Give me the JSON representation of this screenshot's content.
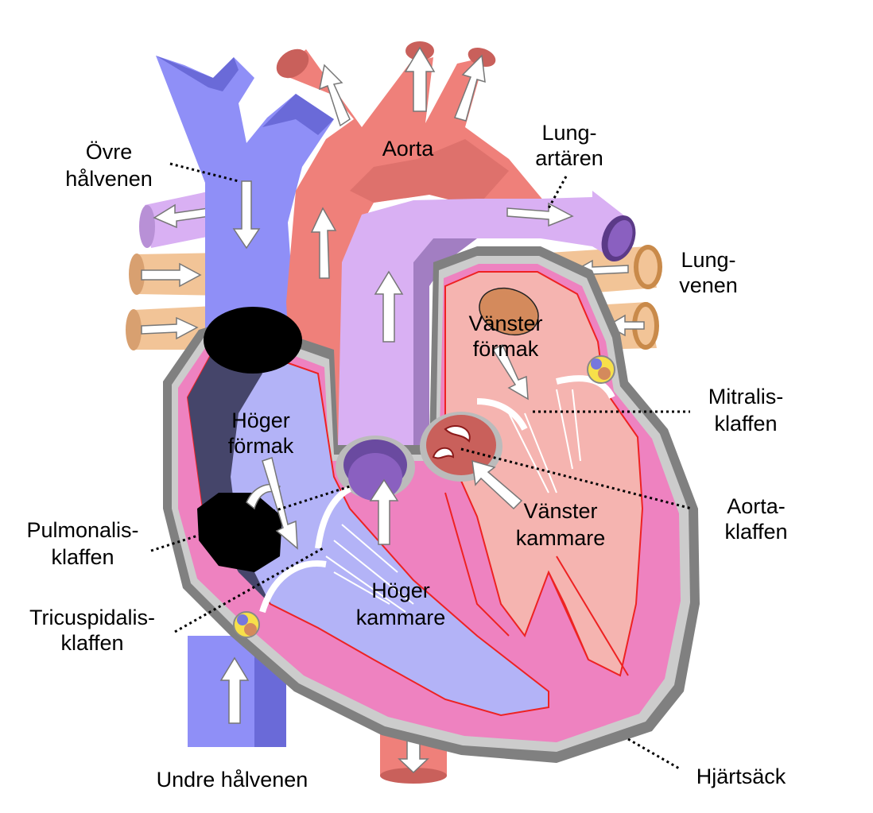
{
  "labels": {
    "ovre_halvenen": [
      "Övre",
      "hålvenen"
    ],
    "aorta": "Aorta",
    "lungartaren": [
      "Lung-",
      "artären"
    ],
    "lungvenen": [
      "Lung-",
      "venen"
    ],
    "vanster_formak": [
      "Vänster",
      "förmak"
    ],
    "hoger_formak": [
      "Höger",
      "förmak"
    ],
    "mitralisklaffen": [
      "Mitralis-",
      "klaffen"
    ],
    "aortaklaffen": [
      "Aorta-",
      "klaffen"
    ],
    "vanster_kammare": [
      "Vänster",
      "kammare"
    ],
    "pulmonalisklaffen": [
      "Pulmonalis-",
      "klaffen"
    ],
    "hoger_kammare": [
      "Höger",
      "kammare"
    ],
    "tricuspidalisklaffen": [
      "Tricuspidalis-",
      "klaffen"
    ],
    "undre_halvenen": "Undre hålvenen",
    "hjartsack": "Hjärtsäck"
  },
  "colors": {
    "vena_cava": "#8f8ff7",
    "vena_cava_dark": "#6a6ad8",
    "aorta": "#ef807a",
    "aorta_dark": "#c9605b",
    "pulmonary_artery": "#d9b0f3",
    "pulmonary_artery_dark": "#a27ec2",
    "pulmonary_vein": "#f2c497",
    "pericardium": "#808080",
    "myocardium": "#ee82c0",
    "right_heart_interior": "#b3b3f7",
    "left_heart_interior": "#f5b4b0",
    "chamber_outline": "#ee2222"
  }
}
